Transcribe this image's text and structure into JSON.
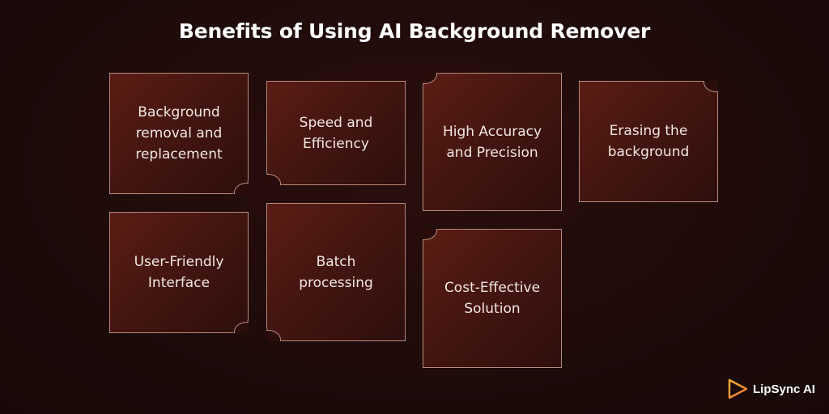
{
  "title": "Benefits of Using AI Background Remover",
  "cards": [
    {
      "lines": [
        "Background",
        "removal and",
        "replacement"
      ]
    },
    {
      "lines": [
        "Speed and",
        "Efficiency"
      ]
    },
    {
      "lines": [
        "High Accuracy",
        "and Precision"
      ]
    },
    {
      "lines": [
        "Erasing the",
        "background"
      ]
    },
    {
      "lines": [
        "User-Friendly",
        "Interface"
      ]
    },
    {
      "lines": [
        "Batch",
        "processing"
      ]
    },
    {
      "lines": [
        "Cost-Effective",
        "Solution"
      ]
    }
  ],
  "brand": {
    "name": "LipSync AI",
    "logo_icon": "play-waveform-icon",
    "accent_color": "#f59e2b"
  },
  "colors": {
    "background": "#1e0b0a",
    "card_fill": "#4a1811",
    "card_border": "#b58a7a"
  }
}
